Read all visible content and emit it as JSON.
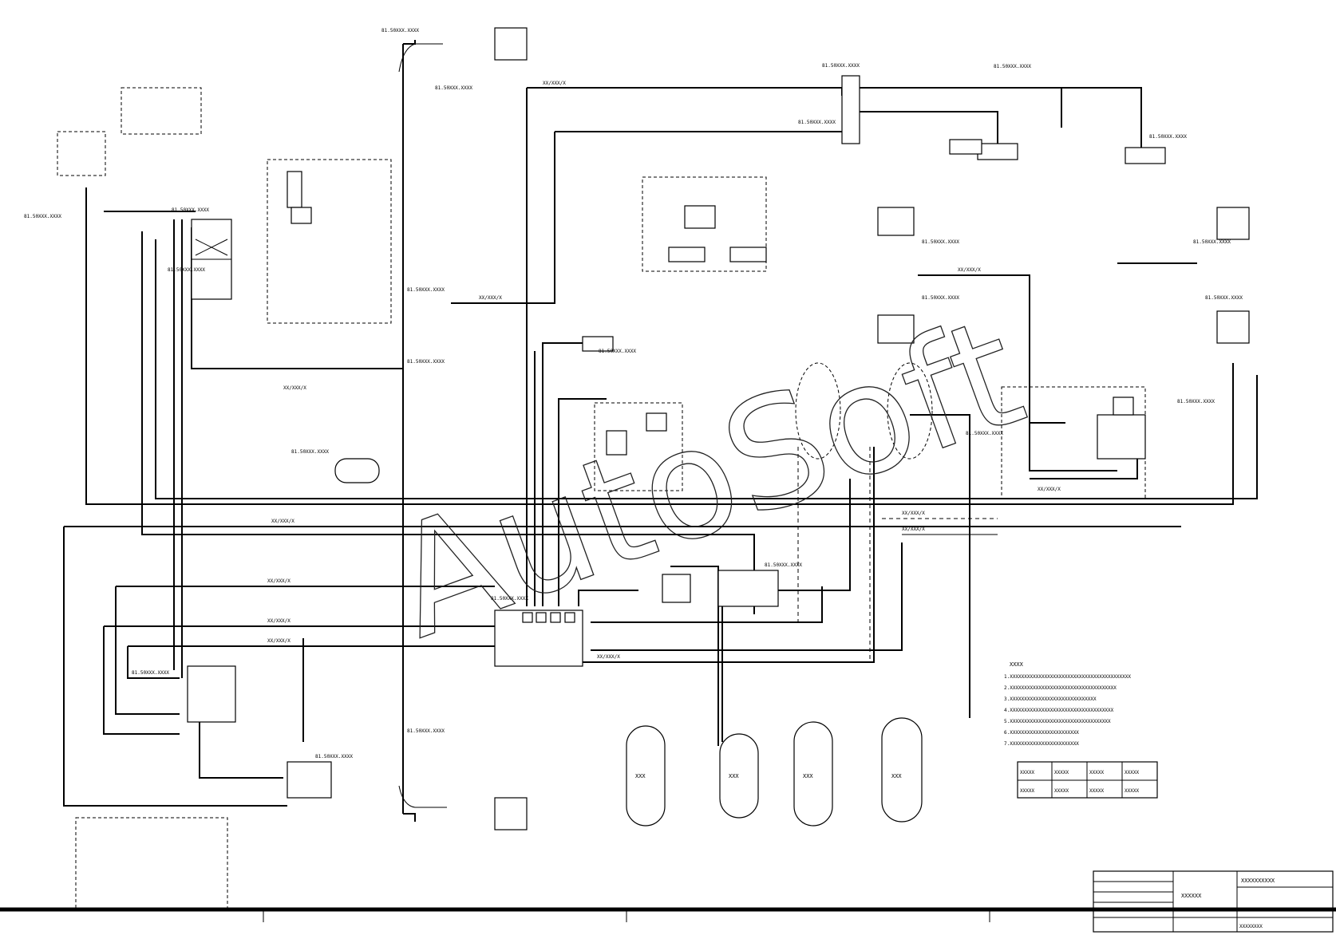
{
  "watermark": "AutoSoft",
  "title_block": {
    "drawing_number": "XXXXXXXXXX",
    "drawing_title": "XXXXXX",
    "company": "XXXXXXXX"
  },
  "notes": {
    "heading": "XXXX",
    "lines": [
      "1.XXXXXXXXXXXXXXXXXXXXXXXXXXXXXXXXXXXXXXXXXX",
      "2.XXXXXXXXXXXXXXXXXXXXXXXXXXXXXXXXXXXXX",
      "3.XXXXXXXXXXXXXXXXXXXXXXXXXXXXXX",
      "4.XXXXXXXXXXXXXXXXXXXXXXXXXXXXXXXXXXXX",
      "5.XXXXXXXXXXXXXXXXXXXXXXXXXXXXXXXXXXX",
      "6.XXXXXXXXXXXXXXXXXXXXXXXX",
      "7.XXXXXXXXXXXXXXXXXXXXXXXX"
    ],
    "table_rows": [
      [
        "XXXXX",
        "XXXXX",
        "XXXXX",
        "XXXXX"
      ],
      [
        "XXXXX",
        "XXXXX",
        "XXXXX",
        "XXXXX"
      ]
    ]
  },
  "callouts": [
    "81.50XXX.XXXX",
    "81.50XXX.XXXX",
    "81.50XXX.XXXX",
    "81.50XXX.XXXX",
    "81.50XXX.XXXX",
    "81.50XXX.XXXX",
    "81.50XXX.XXXX",
    "81.50XXX.XXXX",
    "81.50XXX.XXXX",
    "81.50XXX.XXXX",
    "81.50XXX.XXXX",
    "81.50XXX.XXXX",
    "81.50XXX.XXXX",
    "81.50XXX.XXXX",
    "81.50XXX.XXXX",
    "81.50XXX.XXXX",
    "81.50XXX.XXXX",
    "81.50XXX.XXXX",
    "81.50XXX.XXXX",
    "81.50XXX.XXXX",
    "81.50XXX.XXXX",
    "81.50XXX.XXXX",
    "81.50XXX.XXXX",
    "81.50XXX.XXXX"
  ],
  "pipes": [
    "XX/XXX/X",
    "XX/XXX/X",
    "XX/XXX/X",
    "XX/XXX/X",
    "XX/XXX/X",
    "XX/XXX/X",
    "XX/XXX/X",
    "XX/XXX/X",
    "XX/XXX/X",
    "XX/XXX/X",
    "XX/XXX/X",
    "XX/XXX/X"
  ],
  "tanks": [
    {
      "label": "XXX"
    },
    {
      "label": "XXX"
    },
    {
      "label": "XXX"
    },
    {
      "label": "XXX"
    }
  ]
}
